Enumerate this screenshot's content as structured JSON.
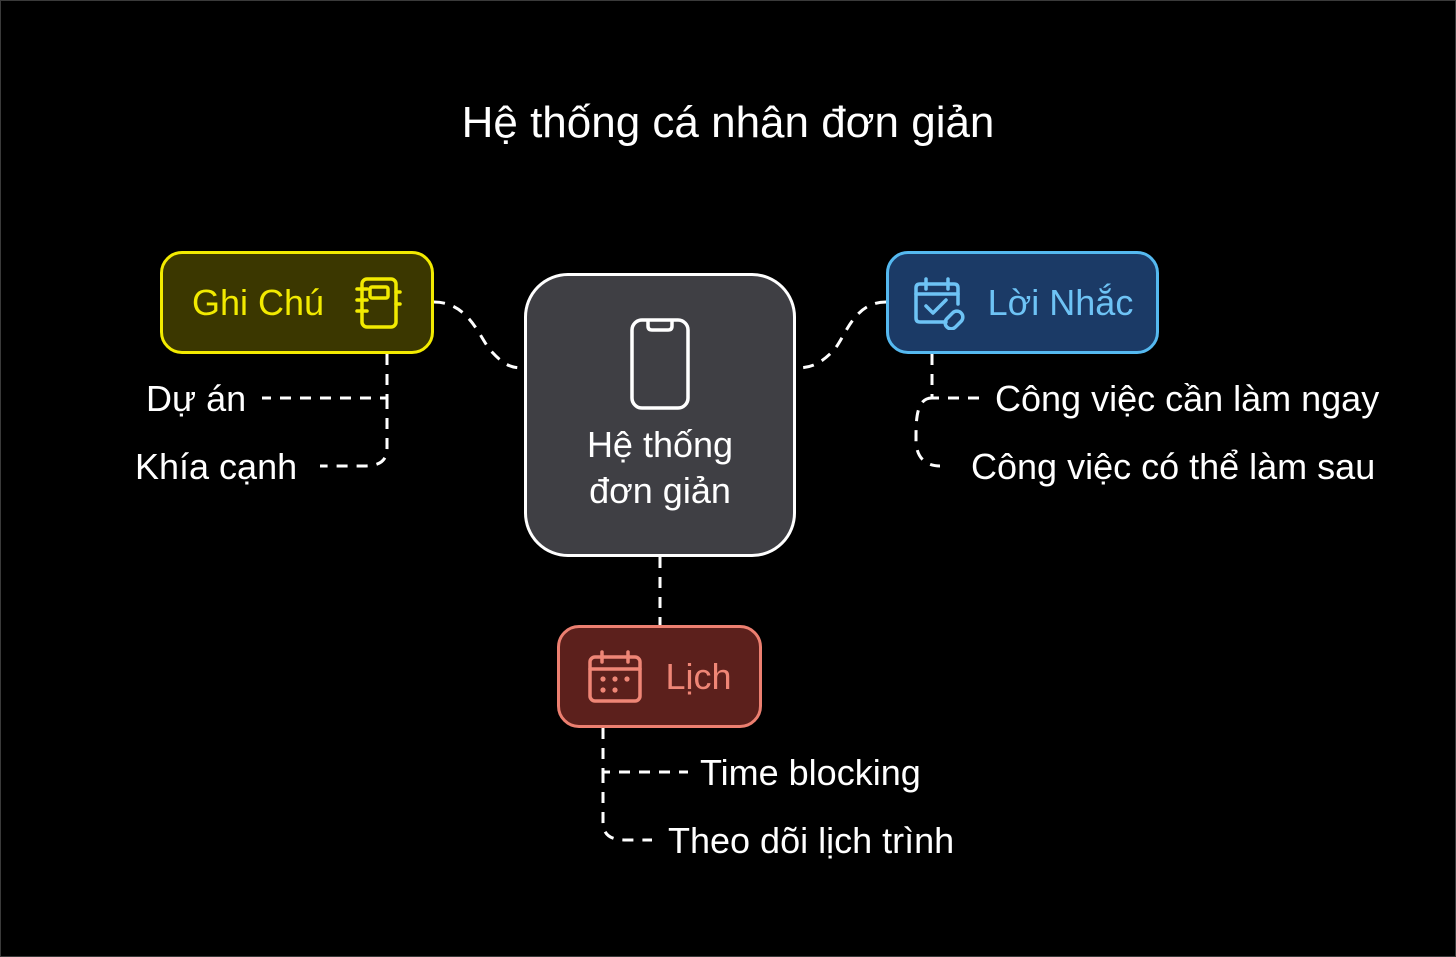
{
  "title": "Hệ thống cá nhân đơn giản",
  "center": {
    "label_line1": "Hệ thống",
    "label_line2": "đơn giản",
    "icon": "phone-icon"
  },
  "branches": {
    "ghi_chu": {
      "label": "Ghi Chú",
      "icon": "notebook-icon",
      "color": "#f2ea00",
      "items": [
        "Dự án",
        "Khía cạnh"
      ]
    },
    "loi_nhac": {
      "label": "Lời Nhắc",
      "icon": "calendar-check-icon",
      "color": "#55b9f0",
      "items": [
        "Công việc cần làm ngay",
        "Công việc có thể làm sau"
      ]
    },
    "lich": {
      "label": "Lịch",
      "icon": "calendar-icon",
      "color": "#ec7f70",
      "items": [
        "Time blocking",
        "Theo dõi lịch trình"
      ]
    }
  }
}
